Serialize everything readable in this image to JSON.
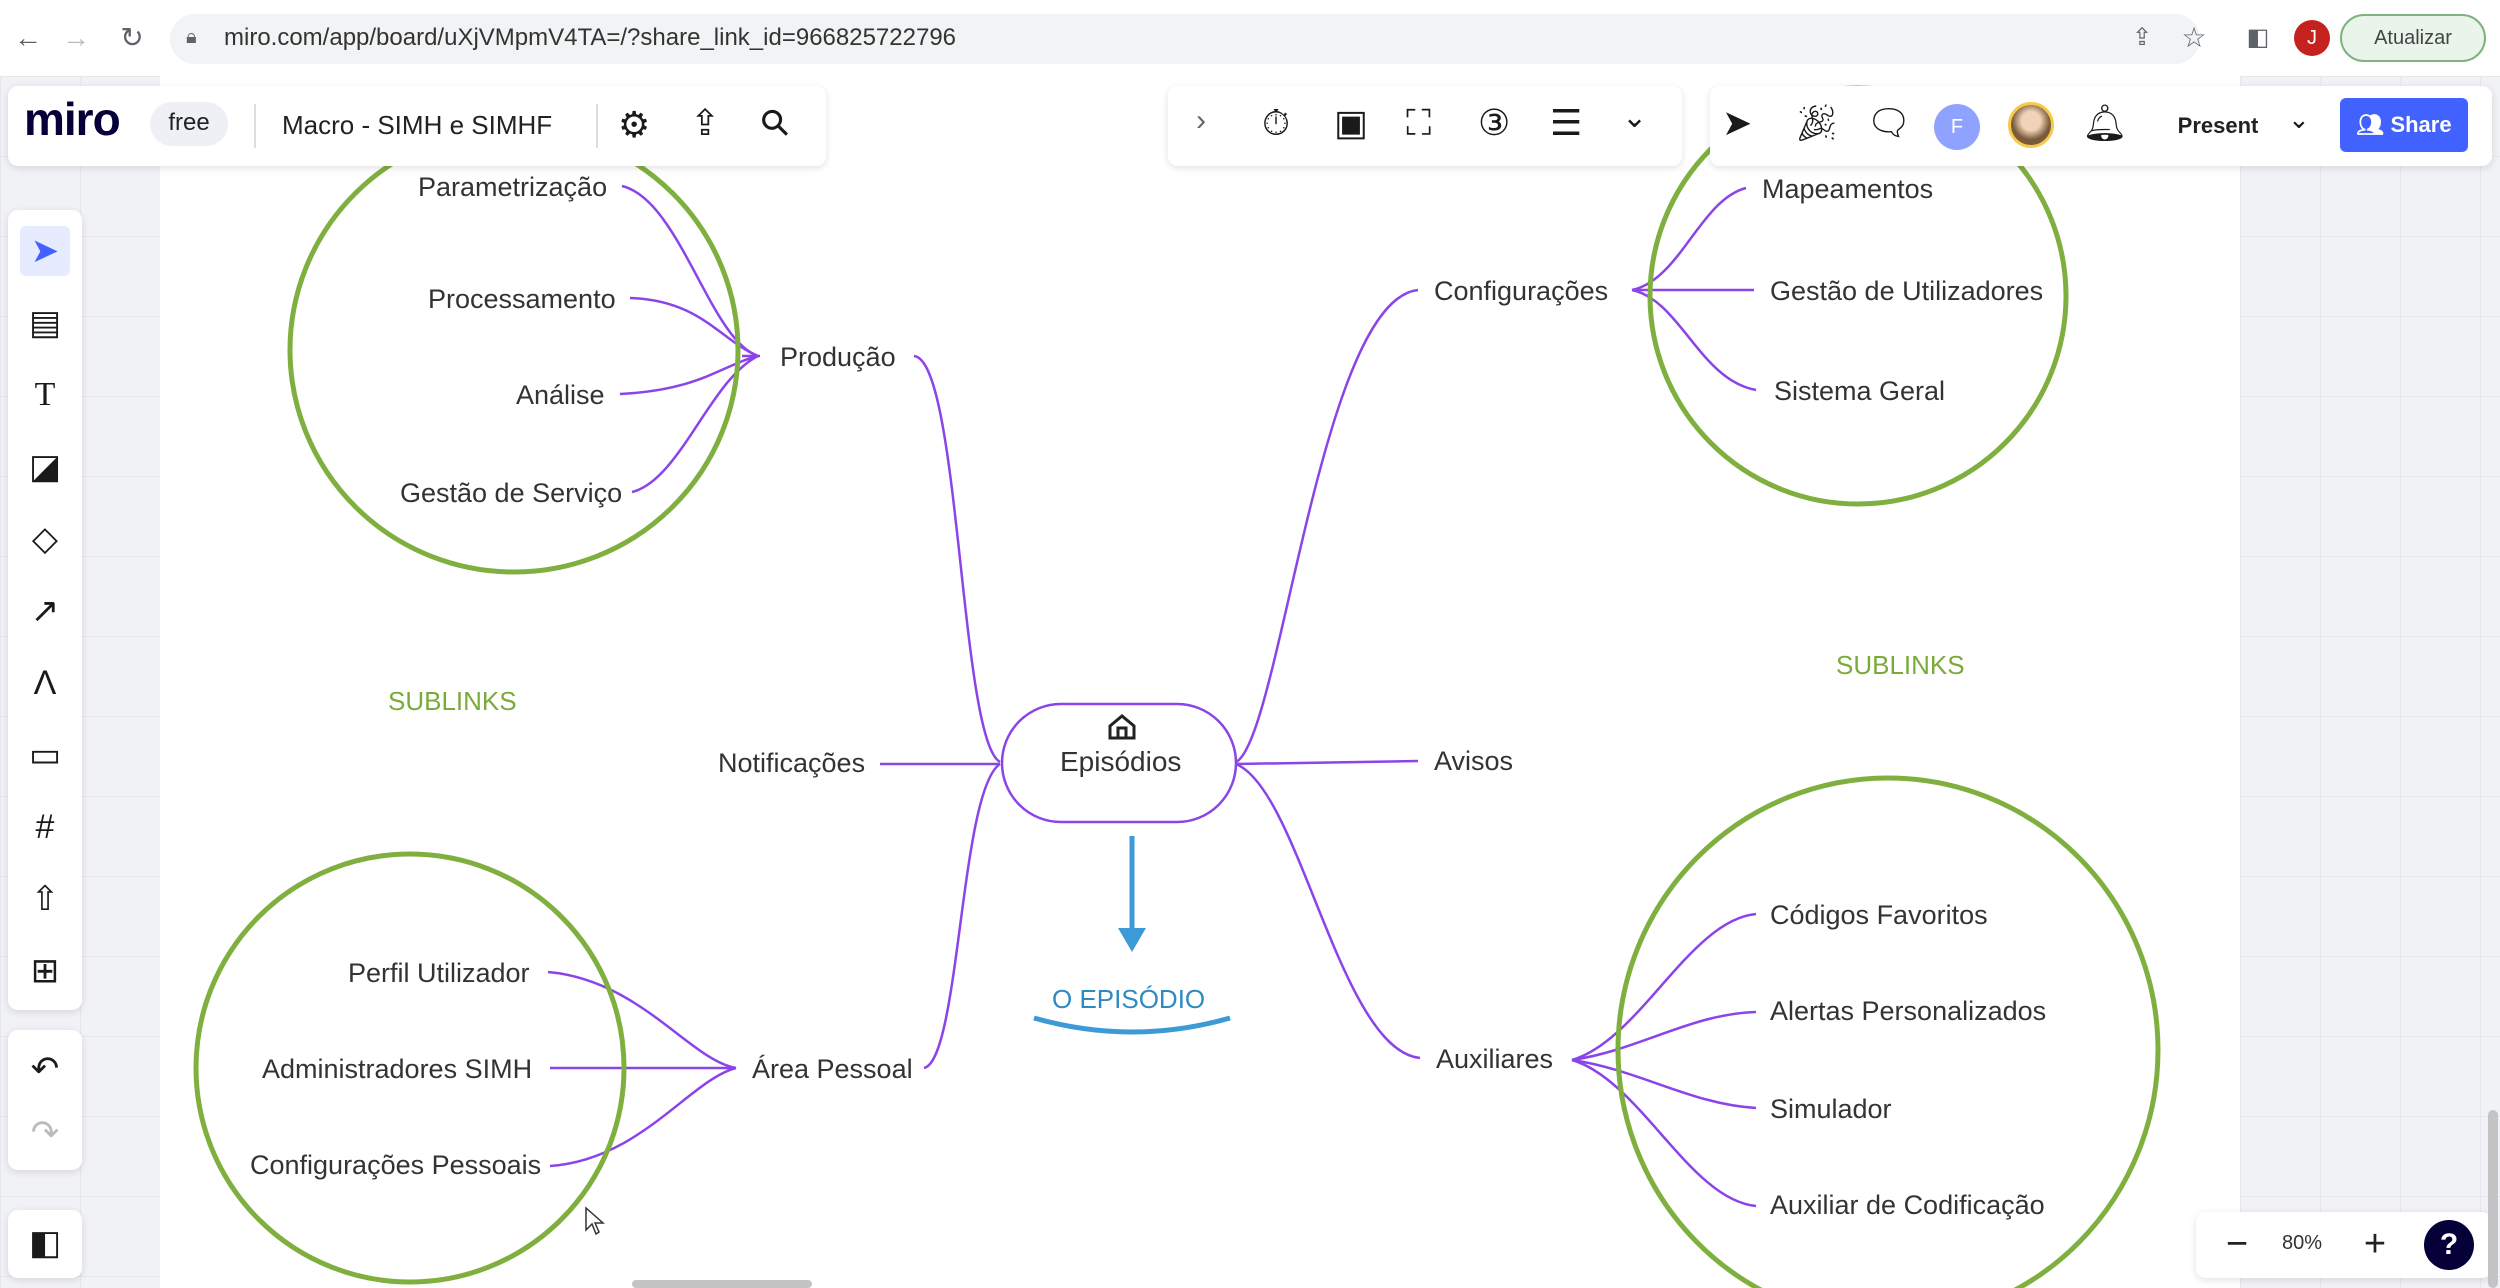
{
  "browser": {
    "url": "miro.com/app/board/uXjVMpmV4TA=/?share_link_id=966825722796",
    "profile_initial": "J",
    "update_label": "Atualizar"
  },
  "header": {
    "logo": "miro",
    "plan_badge": "free",
    "board_title": "Macro - SIMH e SIMHF",
    "present_label": "Present",
    "share_label": "Share",
    "collaborator_initial": "F"
  },
  "zoom": {
    "level": "80%",
    "help_label": "?"
  },
  "mindmap": {
    "center": "Episódios",
    "branches": {
      "producao": "Produção",
      "notificacoes": "Notificações",
      "area_pessoal": "Área Pessoal",
      "configuracoes": "Configurações",
      "avisos": "Avisos",
      "auxiliares": "Auxiliares"
    },
    "producao_children": [
      "Parametrização",
      "Processamento",
      "Análise",
      "Gestão de Serviço"
    ],
    "area_pessoal_children": [
      "Perfil Utilizador",
      "Administradores SIMH",
      "Configurações Pessoais"
    ],
    "configuracoes_children": [
      "Mapeamentos",
      "Gestão de Utilizadores",
      "Sistema Geral"
    ],
    "auxiliares_children": [
      "Códigos Favoritos",
      "Alertas Personalizados",
      "Simulador",
      "Auxiliar de Codificação"
    ],
    "sublinks_left": "SUBLINKS",
    "sublinks_right": "SUBLINKS",
    "annotation": "O EPISÓDIO"
  },
  "colors": {
    "accent": "#4262ff",
    "branch": "#8b44e8",
    "circle": "#7fb03f",
    "arrow": "#3c9ad6"
  }
}
